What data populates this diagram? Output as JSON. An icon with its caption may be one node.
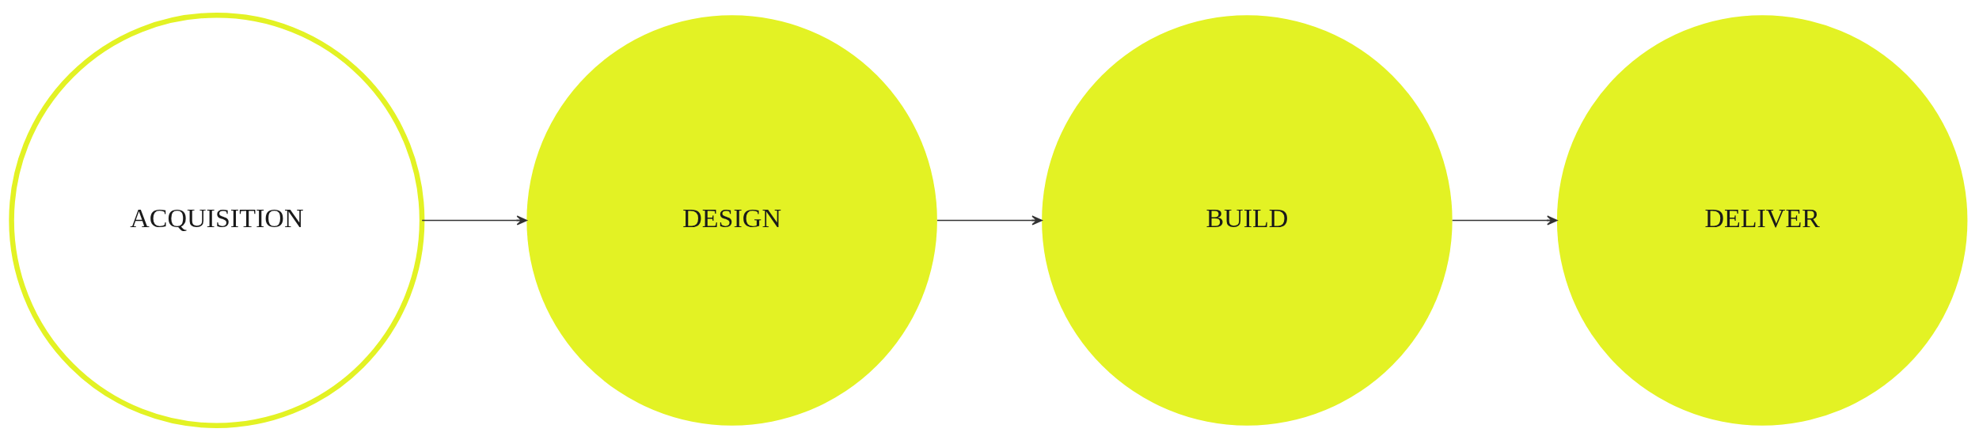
{
  "diagram": {
    "nodes": [
      {
        "text": [
          "ACQUISITION"
        ]
      },
      {
        "text": [
          "DESIGN"
        ]
      },
      {
        "text": [
          "BUILD"
        ]
      },
      {
        "text": [
          "DELIVER"
        ]
      }
    ],
    "edges": [
      {
        "from": 0,
        "to": 1,
        "arrow": "to"
      },
      {
        "from": 1,
        "to": 2,
        "arrow": "to"
      },
      {
        "from": 2,
        "to": 3,
        "arrow": "to"
      }
    ]
  }
}
